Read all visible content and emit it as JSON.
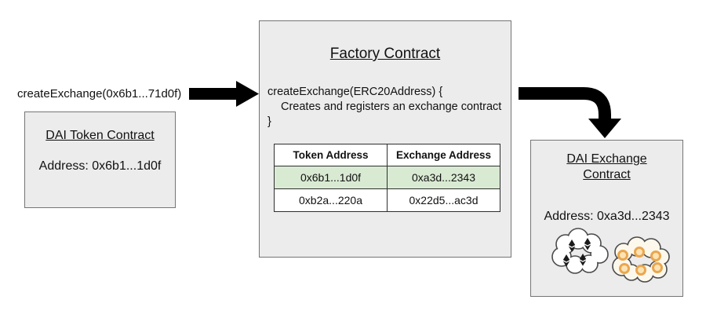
{
  "diagram": {
    "call_label": "createExchange(0x6b1...71d0f)",
    "dai_token_box": {
      "title": "DAI Token Contract",
      "address": "Address: 0x6b1...1d0f"
    },
    "factory_box": {
      "title": "Factory Contract",
      "code_line1": "createExchange(ERC20Address) {",
      "code_line2": "Creates and registers an exchange contract",
      "code_line3": "}",
      "table": {
        "headers": [
          "Token Address",
          "Exchange Address"
        ],
        "rows": [
          {
            "token": "0x6b1...1d0f",
            "exchange": "0xa3d...2343",
            "highlighted": true
          },
          {
            "token": "0xb2a...220a",
            "exchange": "0x22d5...ac3d",
            "highlighted": false
          }
        ]
      }
    },
    "exchange_box": {
      "title_line1": "DAI Exchange",
      "title_line2": "Contract",
      "address": "Address: 0xa3d...2343"
    },
    "icons": {
      "arrow_right": "solid-black-right-arrow",
      "arrow_elbow": "solid-black-elbow-down-arrow",
      "eth_cloud": "cloud-with-ethereum-diamonds",
      "coin_cloud": "cloud-with-orange-coins"
    },
    "colors": {
      "box_fill": "#ececec",
      "box_border": "#757575",
      "highlight_green": "#d9ead3",
      "arrow_black": "#000000",
      "coin_ring": "#eaa64e",
      "coin_fill": "#fce3b4",
      "coin_cloud_fill": "#fdf8ec"
    }
  }
}
